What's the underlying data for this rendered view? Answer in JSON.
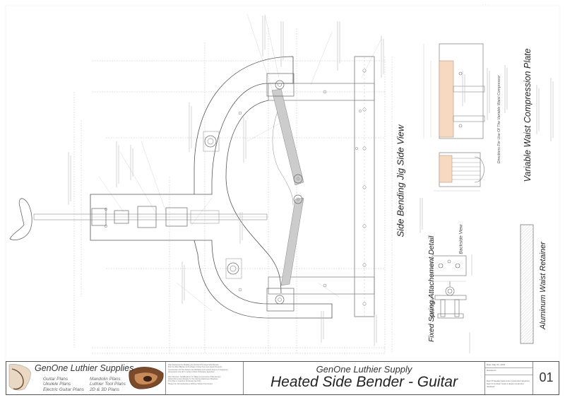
{
  "drawing": {
    "views": {
      "side_view": "Side Bending Jig Side View",
      "compression_plate": "Variable Waist Compression Plate",
      "compression_plate_sub": "Directions For Use Of The Variable Waist Compressor",
      "spring_detail": "Fixed Spring Attachement Detail",
      "backside_view": "Backside View",
      "side_label": "Side View",
      "waist_retainer": "Aluminum Waist Retainer"
    },
    "page_marker": "· · ·"
  },
  "title_block": {
    "brand": {
      "name": "GenOne Luthier Supplies",
      "plans_left": [
        "Guitar Plans",
        "Ukulele Plans",
        "Electric Guitar Plans"
      ],
      "plans_right": [
        "Mandolin Plans",
        "Luthier Tool Plans",
        "2D & 3D Plans"
      ]
    },
    "notes": [
      "Plan Designed For Building An All Hand Pre-Heat Side Bender",
      "Pick the Best Blanket & Purchase Online From Hot Head Products",
      "Construction Of The Pattern And Molding Instructions Kept In A Sequence",
      "Dimensions Are All In Inches Unless Otherwise Specified"
    ],
    "notes2": [
      "Plan Revision: Modifications To Waist Compression Plate Design",
      "Added Dimension Details To The Spring Attachment Brackets",
      "This Plan Is Sold For Personal Use Only",
      "Please Do Not Redistribute Without Written Permission"
    ],
    "company": "GenOne Luthier Supply",
    "drawing_title": "Heated Side Bender - Guitar",
    "date_label": "Date: May 31, 2019",
    "revisions_label": "Revisions:",
    "meta_notes": [
      "Refer To Standard Guitar & Uke Construction Instructions",
      "Refer To Our Book \"Guitar & Ukulele Construction",
      "Handbook\""
    ],
    "sheet_number": "01"
  }
}
